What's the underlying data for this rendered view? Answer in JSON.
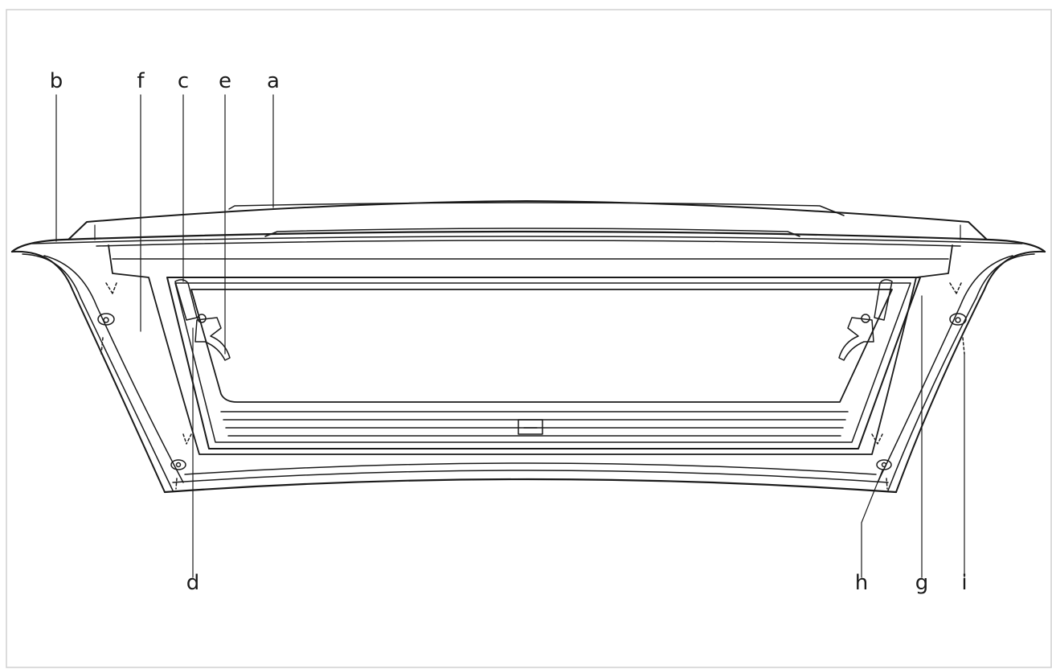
{
  "diagram": {
    "callouts": [
      {
        "id": "a",
        "label": "a"
      },
      {
        "id": "b",
        "label": "b"
      },
      {
        "id": "c",
        "label": "c"
      },
      {
        "id": "d",
        "label": "d"
      },
      {
        "id": "e",
        "label": "e"
      },
      {
        "id": "f",
        "label": "f"
      },
      {
        "id": "g",
        "label": "g"
      },
      {
        "id": "h",
        "label": "h"
      },
      {
        "id": "i",
        "label": "i"
      }
    ]
  }
}
